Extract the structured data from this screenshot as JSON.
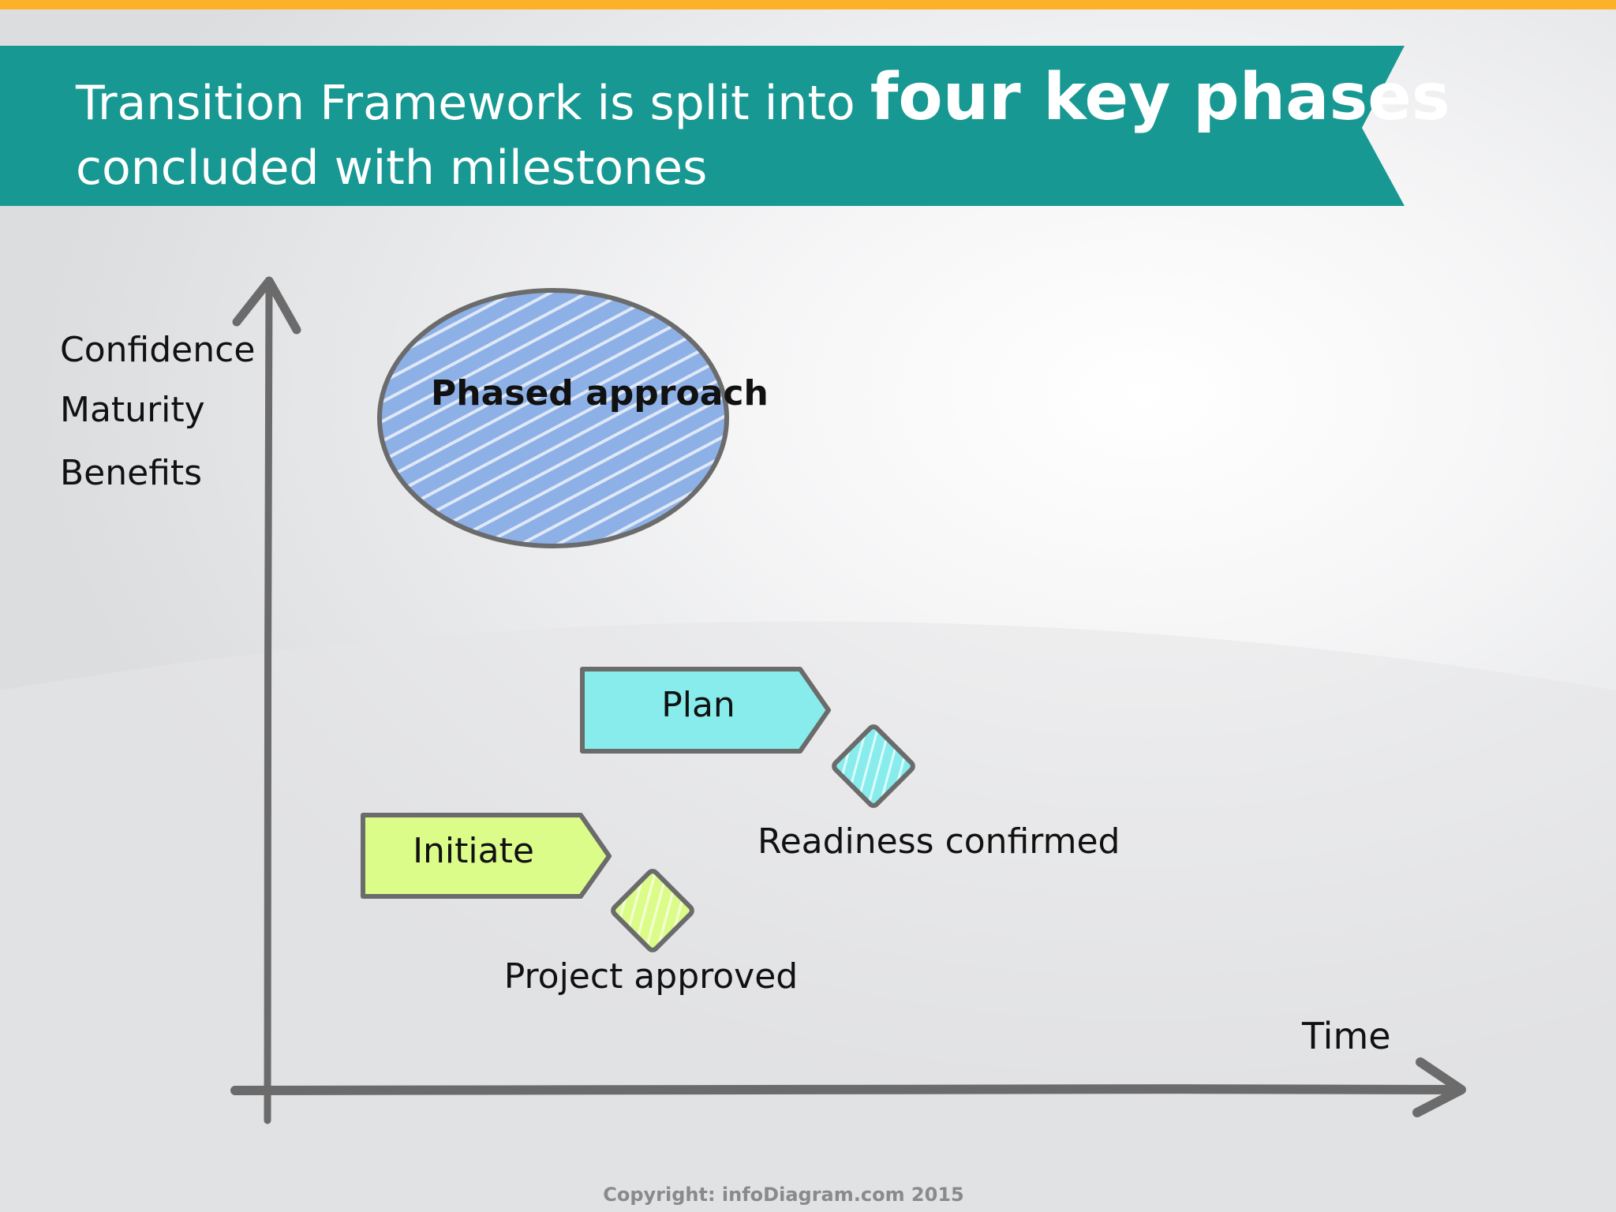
{
  "title": {
    "prefix": "Transition Framework is split into ",
    "emphasis": "four key phases",
    "line2": "concluded with milestones"
  },
  "axes": {
    "y_labels": [
      "Confidence",
      "Maturity",
      "Benefits"
    ],
    "x_label": "Time"
  },
  "ellipse": {
    "label": "Phased approach",
    "color": "#8db0e6"
  },
  "phases": [
    {
      "label": "Initiate",
      "color": "#dcfc8a"
    },
    {
      "label": "Plan",
      "color": "#88ecec"
    }
  ],
  "milestones": [
    {
      "label": "Project approved",
      "color": "#dcfc8a"
    },
    {
      "label": "Readiness confirmed",
      "color": "#88ecec"
    }
  ],
  "colors": {
    "banner": "#189892",
    "accent_bar": "#fdb12a",
    "axis": "#6b6b6b"
  },
  "footer": {
    "copyright": "Copyright: infoDiagram.com 2015"
  }
}
